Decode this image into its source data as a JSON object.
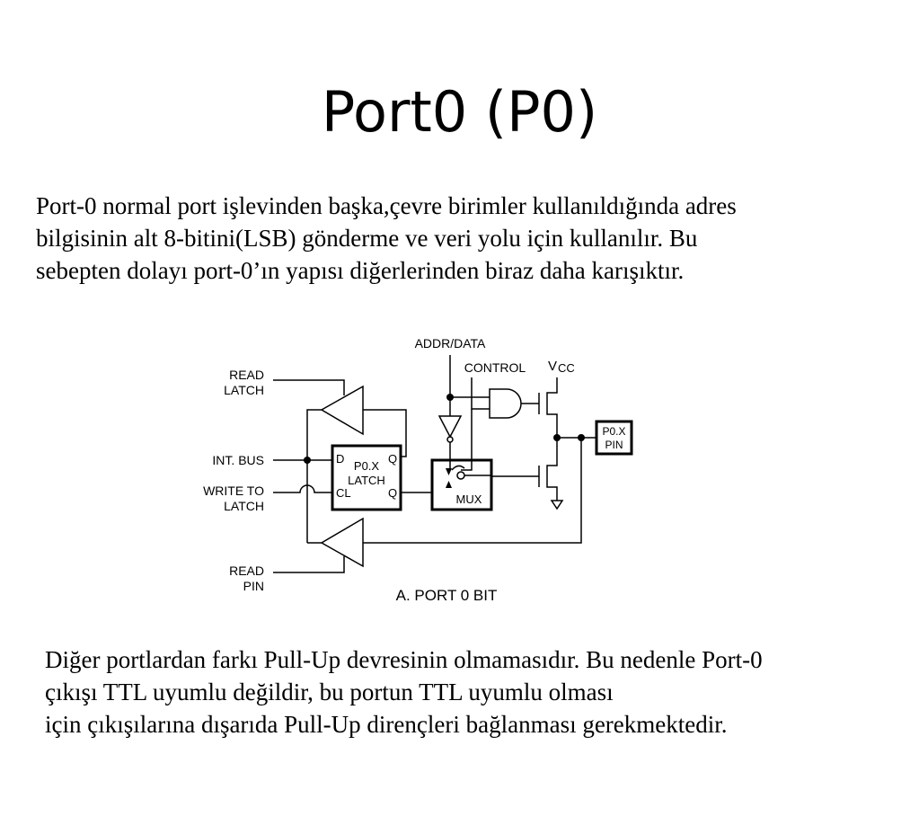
{
  "title": "Port0 (P0)",
  "paragraph1": [
    "Port-0 normal port işlevinden başka,çevre birimler kullanıldığında adres",
    "bilgisinin alt 8-bitini(LSB) gönderme ve veri yolu için kullanılır. Bu",
    "sebepten dolayı port-0’ın yapısı diğerlerinden biraz daha karışıktır."
  ],
  "diagram": {
    "addr_data": "ADDR/DATA",
    "control": "CONTROL",
    "vcc_v": "V",
    "vcc_sub": "CC",
    "read_latch_1": "READ",
    "read_latch_2": "LATCH",
    "int_bus": "INT. BUS",
    "write_to_1": "WRITE TO",
    "write_to_2": "LATCH",
    "read_pin_1": "READ",
    "read_pin_2": "PIN",
    "latch_d": "D",
    "latch_q_top": "Q",
    "latch_name_1": "P0.X",
    "latch_name_2": "LATCH",
    "latch_cl": "CL",
    "latch_q_bottom": "Q",
    "mux": "MUX",
    "pin_1": "P0.X",
    "pin_2": "PIN",
    "caption": "A. PORT 0 BIT"
  },
  "paragraph2": [
    "Diğer portlardan farkı Pull-Up devresinin olmamasıdır. Bu nedenle Port-0",
    "çıkışı TTL uyumlu değildir, bu portun TTL uyumlu olması",
    "için çıkışılarına dışarıda Pull-Up dirençleri bağlanması gerekmektedir."
  ]
}
